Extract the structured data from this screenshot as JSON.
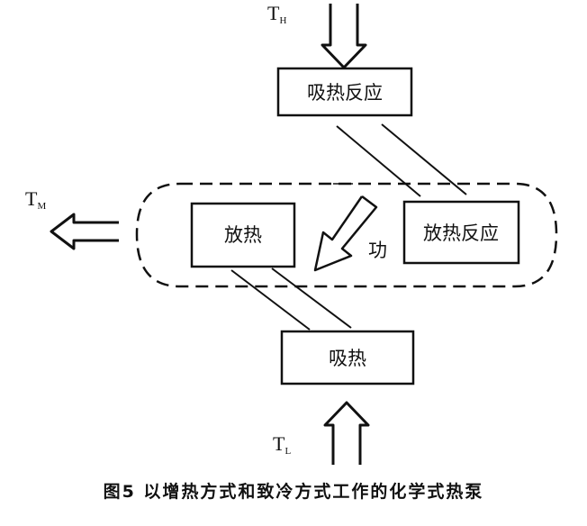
{
  "diagram": {
    "boxes": {
      "endothermic_reaction": "吸热反应",
      "exothermic_reaction": "放热反应",
      "heat_release": "放热",
      "heat_absorption": "吸热"
    },
    "work_label": "功",
    "temperatures": {
      "high": {
        "main": "T",
        "sub": "H"
      },
      "medium": {
        "main": "T",
        "sub": "M"
      },
      "low": {
        "main": "T",
        "sub": "L"
      }
    },
    "caption": "图5 以增热方式和致冷方式工作的化学式热泵"
  }
}
